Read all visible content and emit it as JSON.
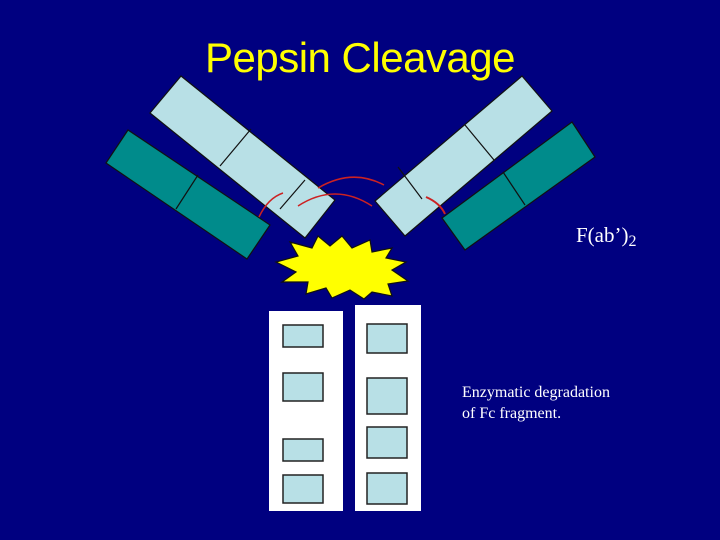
{
  "slide": {
    "title": "Pepsin Cleavage",
    "fragment_label": "F(ab’)",
    "fragment_subscript": "2",
    "note_line1": "Enzymatic degradation",
    "note_line2": "of Fc fragment."
  },
  "colors": {
    "background": "#000080",
    "title": "#ffff00",
    "heavy_chain": "#b8e0e6",
    "light_chain": "#008b8b",
    "cleavage_burst": "#ffff00",
    "disulfide_bond": "#cc2222",
    "fc_domain": "#b8e0e6",
    "fc_background": "#ffffff"
  }
}
